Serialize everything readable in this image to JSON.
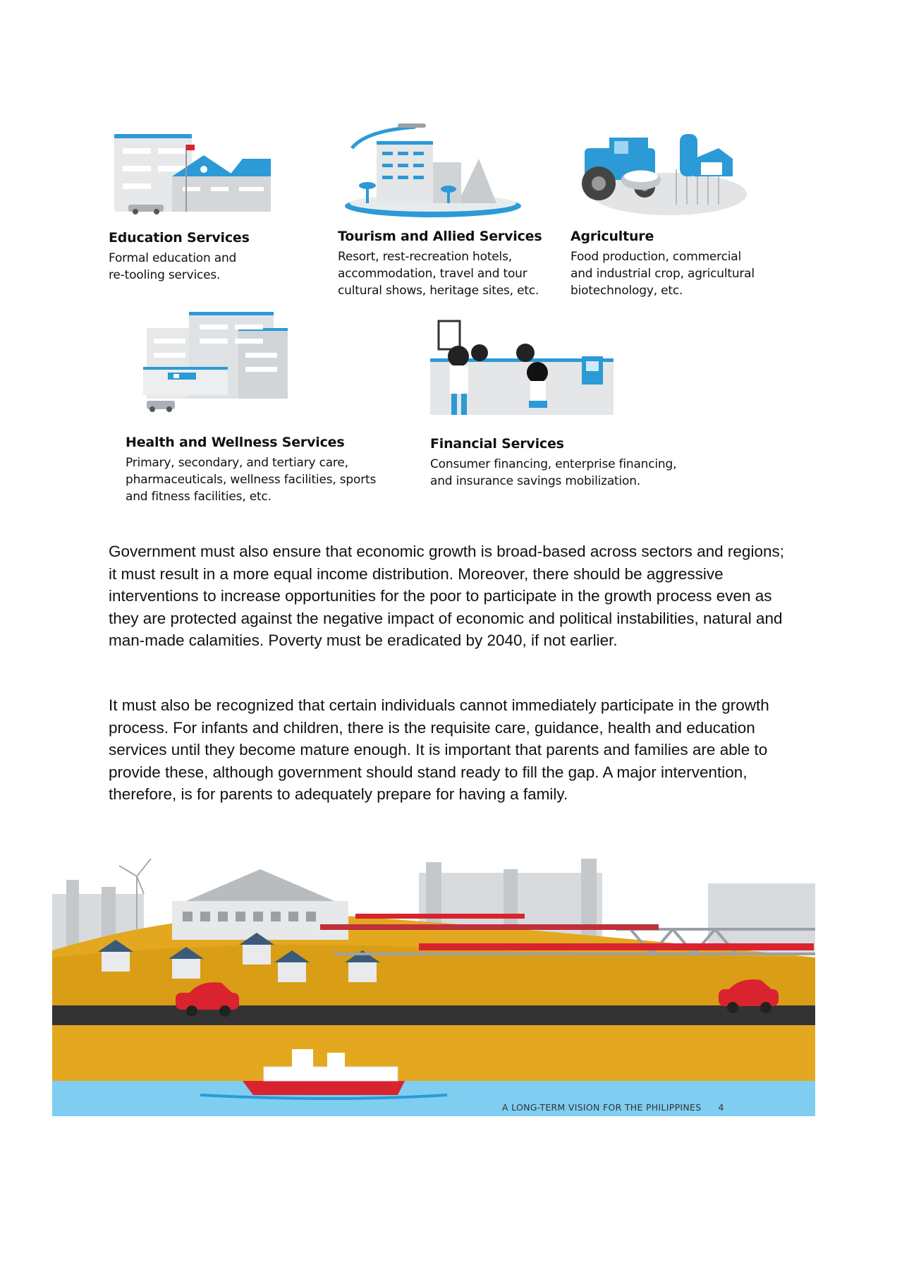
{
  "services": [
    {
      "title": "Education Services",
      "desc": "Formal education and\nre-tooling services.",
      "icon": "school-building-icon"
    },
    {
      "title": "Tourism and Allied Services",
      "desc": "Resort, rest-recreation hotels,\naccommodation, travel and tour\ncultural shows, heritage sites, etc.",
      "icon": "resort-island-icon"
    },
    {
      "title": "Agriculture",
      "desc": "Food production, commercial\nand industrial crop, agricultural\nbiotechnology, etc.",
      "icon": "tractor-farm-icon"
    },
    {
      "title": "Health and Wellness Services",
      "desc": "Primary, secondary, and tertiary care,\npharmaceuticals, wellness facilities, sports\nand fitness facilities, etc.",
      "icon": "hospital-building-icon"
    },
    {
      "title": "Financial Services",
      "desc": "Consumer financing, enterprise financing,\nand insurance savings mobilization.",
      "icon": "bank-counter-icon"
    }
  ],
  "paragraphs": [
    "Government must also ensure that economic growth is broad-based across sectors and regions; it must result in a more equal income distribution.  Moreover, there should be aggressive interventions to increase opportunities for the poor to participate in the growth process even as they are protected against the negative impact of economic and political instabilities, natural and man-made calamities. Poverty must be eradicated by 2040, if not earlier.",
    "It must also be recognized that certain individuals cannot immediately participate in the growth process.  For infants and children, there is the requisite care, guidance, health and education services until they become mature enough. It is important that parents and families are able to provide these, although government should stand ready to fill the gap.  A major intervention, therefore, is for parents to adequately prepare for having a family."
  ],
  "footer": {
    "title": "A LONG-TERM VISION FOR THE PHILIPPINES",
    "page": "4"
  },
  "colors": {
    "blue": "#2b9ad6",
    "grey": "#cfd2d4",
    "gold": "#e3a81f",
    "red": "#d9232f",
    "water": "#7fcdf0",
    "road": "#333333"
  }
}
